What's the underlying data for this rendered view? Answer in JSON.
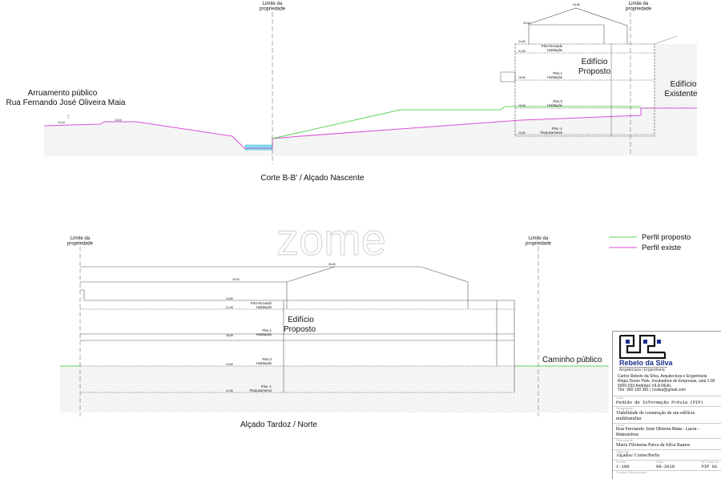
{
  "section_top": {
    "title": "Corte B-B' / Alçado Nascente",
    "property_limit": [
      "Limite da",
      "propriedade"
    ],
    "street": [
      "Arruamento público",
      "Rua Fernando José Oliveira Maia"
    ],
    "proposed_building": [
      "Edifício",
      "Proposto"
    ],
    "existing_building": [
      "Edifício",
      "Existente"
    ],
    "floors": [
      {
        "name": "Piso Recuado",
        "use": "Habitação",
        "level": "21,65"
      },
      {
        "name": "Piso 1",
        "use": "Habitação",
        "level": "18,65"
      },
      {
        "name": "Piso 0",
        "use": "Habitação",
        "level": "15,65"
      },
      {
        "name": "Piso -1",
        "use": "Parqueamento",
        "level": "12,65"
      }
    ],
    "roof_levels": [
      "26,65",
      "25,00",
      "24,65"
    ],
    "terrain_levels": [
      "13,44",
      "13,44"
    ]
  },
  "section_bottom": {
    "title": "Alçado Tardoz / Norte",
    "property_limit": [
      "Limite da",
      "propriedade"
    ],
    "path": "Caminho público",
    "proposed_building": [
      "Edifício",
      "Proposto"
    ],
    "floors": [
      {
        "name": "Piso Recuado",
        "use": "Habitação",
        "level": "21,65"
      },
      {
        "name": "Piso 1",
        "use": "Habitação",
        "level": "18,65"
      },
      {
        "name": "Piso 0",
        "use": "Habitação",
        "level": "15,65"
      },
      {
        "name": "Piso -1",
        "use": "Parqueamento",
        "level": "12,65"
      }
    ],
    "roof_levels": [
      "26,65",
      "25,00",
      "24,65"
    ]
  },
  "legend": [
    {
      "label": "Perfil proposto",
      "color": "#5fd35f"
    },
    {
      "label": "Perfil existe",
      "color": "#d94fd9"
    }
  ],
  "watermark": "zome",
  "title_block": {
    "brand": "Rebelo da Silva",
    "brand_sub": "Arquitectura | Engenharia",
    "address": [
      "Carlos Rebelo da Silva, Arquitectura e Engenharia",
      "Régia Douro Park, Incubadora de Empresas, sala 1.00",
      "5000-033 Andrães VILA REAL",
      "Tlm: 960 100 381  |  crsilva@gmail.com"
    ],
    "phase_label": "Fase",
    "phase": "Pedido de Informação Prévia (PIP)",
    "designation_label": "Designação",
    "designation": "Viabilidade de construção de um edifício multifamiliar",
    "location_label": "Local",
    "location": "Rua Fernando José Oliveira Maia - Lavra - Matosinhos",
    "requester_label": "Requerente",
    "requester": "Maria Filomena Paiva da Silva Ramos",
    "drawing_label": "Desenho",
    "drawing": "Alçados/ Cortes/Perfis",
    "scale_label": "Escala",
    "scale": "1:100",
    "date_label": "Data",
    "date": "09-2018",
    "number_label": "Nº Desenho",
    "number": "PIP 02",
    "responsible_label": "Técnico Responsável"
  }
}
